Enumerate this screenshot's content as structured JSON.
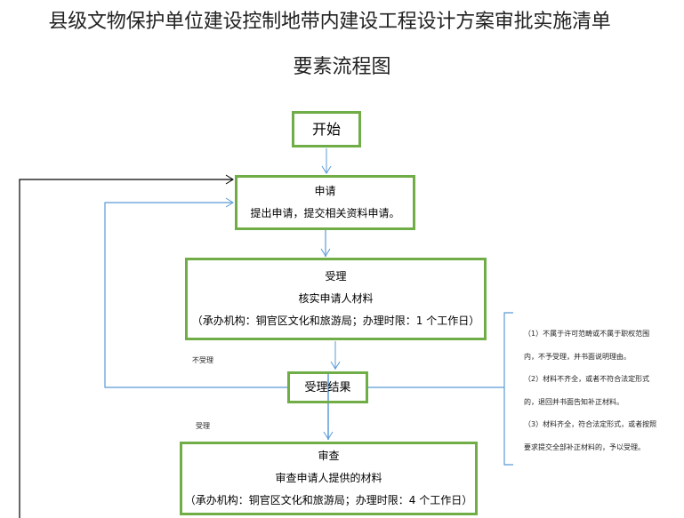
{
  "title": {
    "line1": "县级文物保护单位建设控制地带内建设工程设计方案审批实施清单",
    "line2": "要素流程图"
  },
  "colors": {
    "box_border": "#70ad47",
    "arrow_blue": "#5b9bd5",
    "line_black": "#000000"
  },
  "nodes": {
    "start": {
      "label": "开始"
    },
    "apply": {
      "title": "申请",
      "desc": "提出申请，提交相关资料申请。"
    },
    "accept": {
      "title": "受理",
      "desc": "核实申请人材料",
      "note": "（承办机构：铜官区文化和旅游局；办理时限：1 个工作日）"
    },
    "result": {
      "label": "受理结果"
    },
    "review": {
      "title": "审查",
      "desc": "审查申请人提供的材料",
      "note": "（承办机构：铜官区文化和旅游局；办理时限：4 个工作日）"
    }
  },
  "edge_labels": {
    "not_accepted": "不受理",
    "accepted": "受理"
  },
  "result_notes": [
    "（1）不属于许可范畴或不属于职权范围",
    "内，不予受理，并书面说明理由。",
    "（2）材料不齐全，或者不符合法定形式",
    "的，退回并书面告知补正材料。",
    "（3）材料齐全，符合法定形式，或者按照",
    "要求提交全部补正材料的，予以受理。"
  ]
}
